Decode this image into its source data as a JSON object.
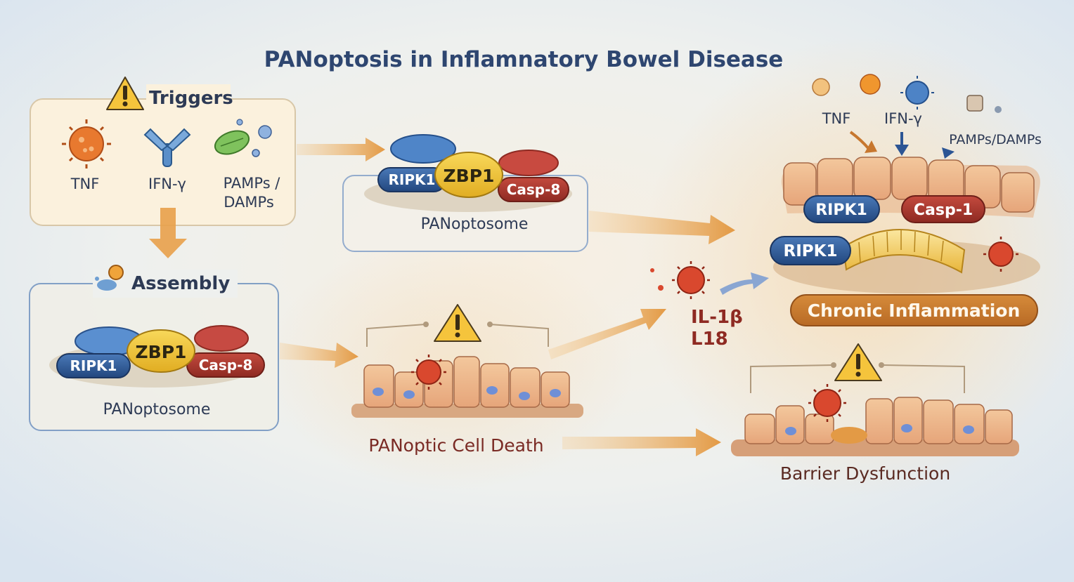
{
  "title": "PANoptosis in Inflamnatory Bowel Disease",
  "triggers": {
    "heading": "Triggers",
    "items": [
      "TNF",
      "IFN-γ",
      "PAMPs /",
      "DAMPs"
    ]
  },
  "assembly": {
    "heading": "Assembly",
    "complex": {
      "ripk1": "RIPK1",
      "zbp1": "ZBP1",
      "casp8": "Casp-8",
      "label": "PANoptosome"
    }
  },
  "top_complex": {
    "ripk1": "RIPK1",
    "zbp1": "ZBP1",
    "casp8": "Casp-8",
    "label": "PANoptosome"
  },
  "cell_death": {
    "label": "PANoptic Cell Death"
  },
  "cytokines": {
    "line1": "IL-1β",
    "line2": "L18"
  },
  "inflammation": {
    "tnf": "TNF",
    "ifn": "IFN-γ",
    "pamps": "PAMPs/DAMPs",
    "ripk1_a": "RIPK1",
    "casp1": "Casp-1",
    "ripk1_b": "RIPK1",
    "banner": "Chronic Inflammation"
  },
  "barrier": {
    "label": "Barrier Dysfunction"
  }
}
